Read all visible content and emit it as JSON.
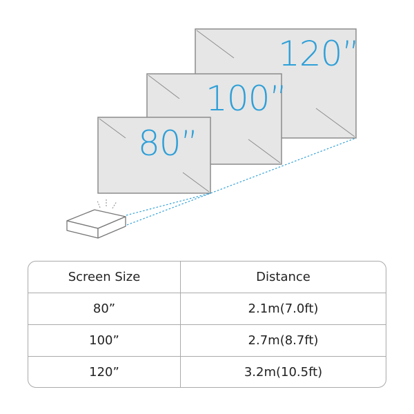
{
  "colors": {
    "accent": "#2e9fd8",
    "screen_fill": "#e6e6e6",
    "screen_border": "#8c8c8c",
    "diagonal": "#8c8c8c",
    "beam": "#2e9fd8",
    "projector_stroke": "#777777"
  },
  "screens": [
    {
      "label": "120”"
    },
    {
      "label": "100”"
    },
    {
      "label": "80”"
    }
  ],
  "table": {
    "headers": {
      "size": "Screen Size",
      "distance": "Distance"
    },
    "rows": [
      {
        "size": "80”",
        "distance": "2.1m(7.0ft)"
      },
      {
        "size": "100”",
        "distance": "2.7m(8.7ft)"
      },
      {
        "size": "120”",
        "distance": "3.2m(10.5ft)"
      }
    ]
  }
}
